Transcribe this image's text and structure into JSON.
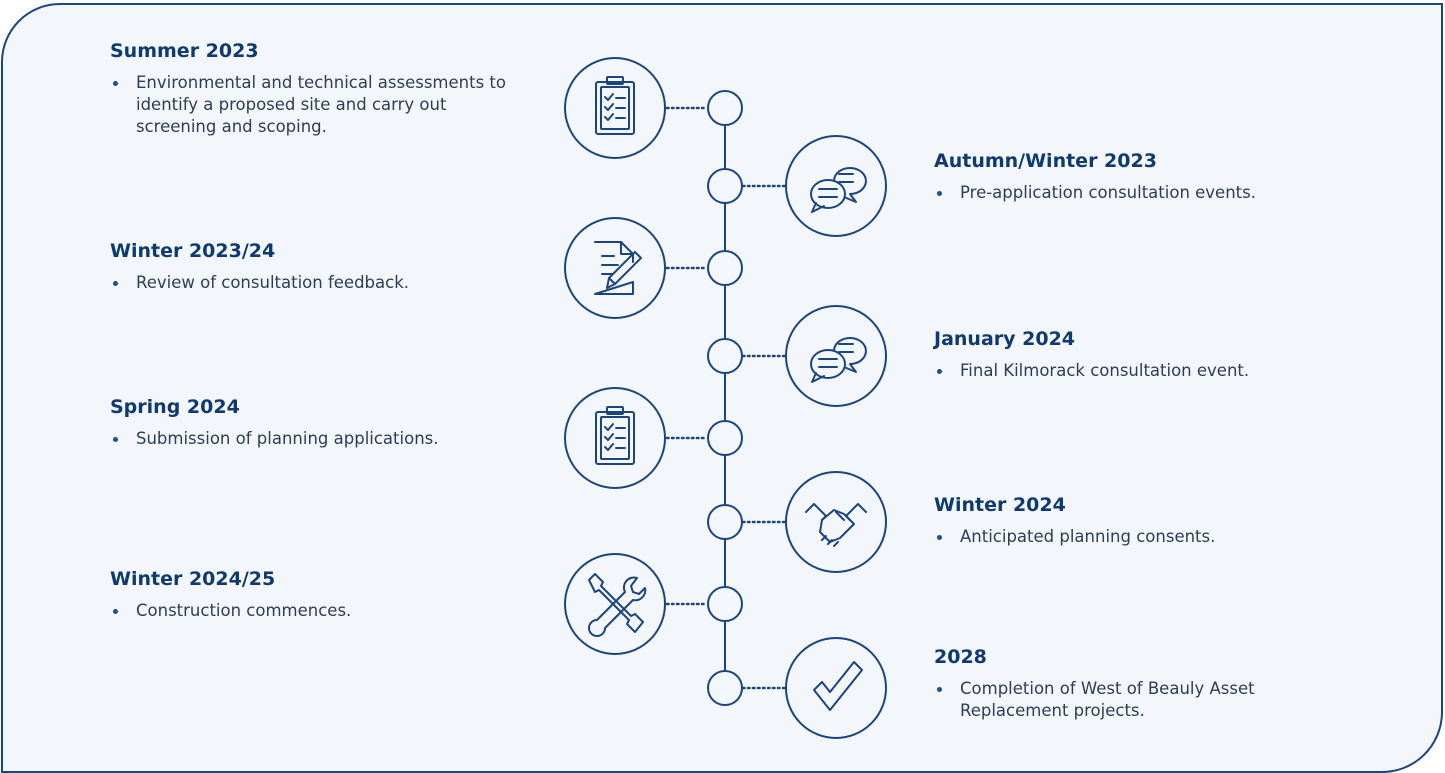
{
  "colors": {
    "primary": "#0e3a70",
    "background": "#f3f6fb",
    "text": "#2e3d56"
  },
  "timeline": {
    "left": [
      {
        "title": "Summer 2023",
        "bullet": "Environmental and technical assessments to identify a proposed site and carry out screening and scoping.",
        "icon": "clipboard-checklist-icon"
      },
      {
        "title": "Winter 2023/24",
        "bullet": "Review of consultation feedback.",
        "icon": "document-edit-icon"
      },
      {
        "title": "Spring 2024",
        "bullet": "Submission of planning applications.",
        "icon": "clipboard-checklist-icon"
      },
      {
        "title": "Winter 2024/25",
        "bullet": "Construction commences.",
        "icon": "wrench-screwdriver-icon"
      }
    ],
    "right": [
      {
        "title": "Autumn/Winter 2023",
        "bullet": "Pre-application consultation events.",
        "icon": "speech-bubbles-icon"
      },
      {
        "title": "January 2024",
        "bullet": "Final Kilmorack consultation event.",
        "icon": "speech-bubbles-icon"
      },
      {
        "title": "Winter 2024",
        "bullet": "Anticipated planning consents.",
        "icon": "handshake-icon"
      },
      {
        "title": "2028",
        "bullet": "Completion of West of Beauly Asset Replacement projects.",
        "icon": "checkmark-icon"
      }
    ]
  }
}
